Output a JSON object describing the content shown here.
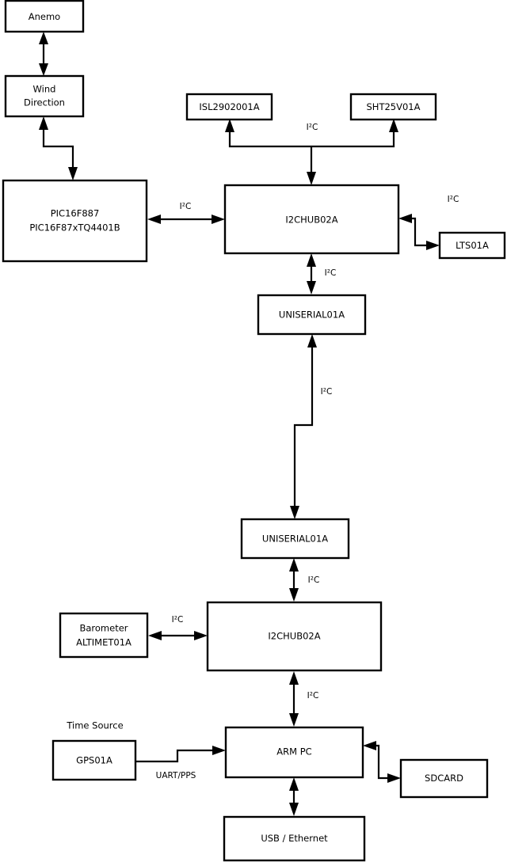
{
  "diagram": {
    "type": "block-diagram",
    "title_visible": false,
    "background_color": "#ffffff",
    "line_color": "#000000",
    "nodes": [
      {
        "id": "anemo",
        "label": "Anemo"
      },
      {
        "id": "wind",
        "label_line1": "Wind",
        "label_line2": "Direction"
      },
      {
        "id": "pic",
        "label_line1": "PIC16F887",
        "label_line2": "PIC16F87xTQ4401B"
      },
      {
        "id": "isl",
        "label": "ISL2902001A"
      },
      {
        "id": "sht",
        "label": "SHT25V01A"
      },
      {
        "id": "hub_top",
        "label": "I2CHUB02A"
      },
      {
        "id": "lts",
        "label": "LTS01A"
      },
      {
        "id": "uniserial_top",
        "label": "UNISERIAL01A"
      },
      {
        "id": "uniserial_bot",
        "label": "UNISERIAL01A"
      },
      {
        "id": "barometer",
        "label_line1": "Barometer",
        "label_line2": "ALTIMET01A"
      },
      {
        "id": "hub_bot",
        "label": "I2CHUB02A"
      },
      {
        "id": "gps",
        "label": "GPS01A"
      },
      {
        "id": "armpc",
        "label": "ARM PC"
      },
      {
        "id": "sdcard",
        "label": "SDCARD"
      },
      {
        "id": "usbeth",
        "label": "USB / Ethernet"
      }
    ],
    "free_labels": [
      {
        "id": "time_source",
        "label": "Time Source"
      }
    ],
    "edge_labels": {
      "sensors_to_hub_top": "I²C",
      "pic_to_hub_top": "I²C",
      "hub_top_to_lts": "I²C",
      "hub_top_to_uniserial_top": "I²C",
      "uniserial_link": "I²C",
      "uniserial_bot_to_hub_bot": "I²C",
      "barometer_to_hub_bot": "I²C",
      "hub_bot_to_armpc": "I²C",
      "gps_to_armpc": "UART/PPS"
    }
  }
}
